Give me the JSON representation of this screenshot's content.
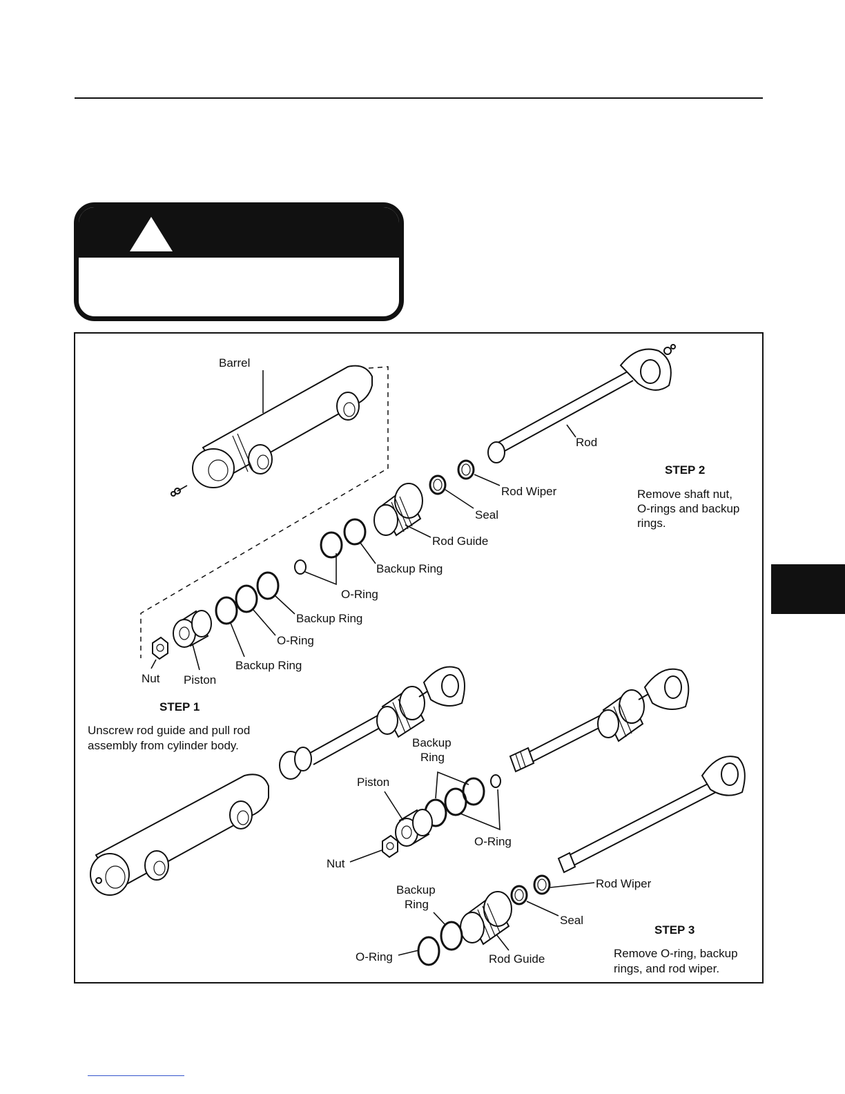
{
  "labels": {
    "barrel": "Barrel",
    "rod": "Rod",
    "rod_wiper": "Rod Wiper",
    "seal": "Seal",
    "rod_guide": "Rod Guide",
    "backup_ring": "Backup Ring",
    "o_ring": "O-Ring",
    "nut": "Nut",
    "piston": "Piston",
    "backup": "Backup",
    "ring": "Ring"
  },
  "steps": {
    "step1": {
      "title": "STEP 1",
      "line1": "Unscrew rod guide and pull rod",
      "line2": "assembly from cylinder body."
    },
    "step2": {
      "title": "STEP 2",
      "line1": "Remove shaft nut,",
      "line2": "O-rings and backup",
      "line3": "rings."
    },
    "step3": {
      "title": "STEP 3",
      "line1": "Remove O-ring, backup",
      "line2": "rings, and rod wiper."
    }
  },
  "icons": {
    "warning": "warning-triangle-icon"
  },
  "colors": {
    "ink": "#111111",
    "footer_link": "#3355cc"
  }
}
